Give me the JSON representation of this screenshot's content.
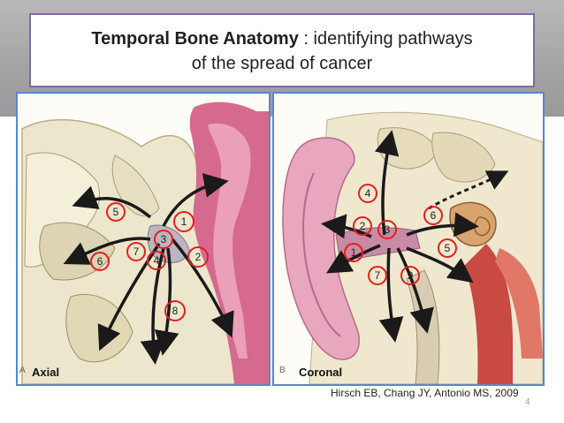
{
  "title": {
    "bold": "Temporal Bone Anatomy",
    "rest": " : identifying pathways",
    "line2": "of the spread of cancer"
  },
  "left_panel": {
    "letter": "A",
    "label": "Axial",
    "markers": [
      "5",
      "1",
      "3",
      "7",
      "6",
      "4",
      "2",
      "8"
    ]
  },
  "right_panel": {
    "letter": "B",
    "label": "Coronal",
    "markers": [
      "4",
      "6",
      "2",
      "3",
      "5",
      "1",
      "7",
      "9"
    ]
  },
  "citation": "Hirsch EB, Chang JY, Antonio MS, 2009",
  "page_number": "4",
  "colors": {
    "title_border": "#7f6aa8",
    "panel_border": "#5b87c5",
    "marker_circle": "#e02020",
    "tissue_pink": "#d56a8e",
    "arrow": "#1a1a1a"
  }
}
